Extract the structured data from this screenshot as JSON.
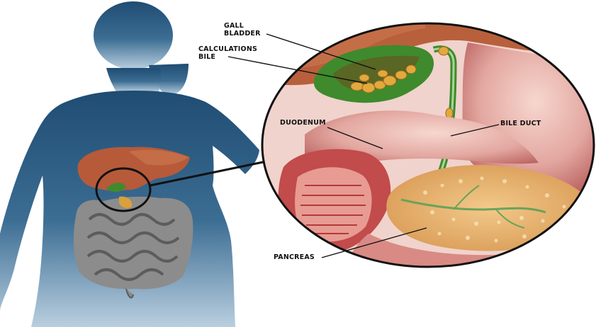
{
  "labels": {
    "gall_bladder_line1": "GALL",
    "gall_bladder_line2": "BLADDER",
    "calculations_line1": "CALCULATIONS",
    "calculations_line2": "BILE",
    "duodenum": "DUODENUM",
    "bile_duct": "BILE DUCT",
    "pancreas": "PANCREAS"
  },
  "colors": {
    "silhouette": "#2f5e82",
    "liver": "#b85a38",
    "intestine": "#8d8d8d",
    "gall_bladder": "#3f8a2c",
    "stone": "#d9a13b",
    "duodenum": "#e3aaa4",
    "pancreas": "#e7b46e"
  },
  "icons": [
    "human-silhouette",
    "liver",
    "intestines",
    "magnifier-circle",
    "gall-bladder",
    "gallstones",
    "bile-duct",
    "duodenum",
    "pancreas"
  ]
}
